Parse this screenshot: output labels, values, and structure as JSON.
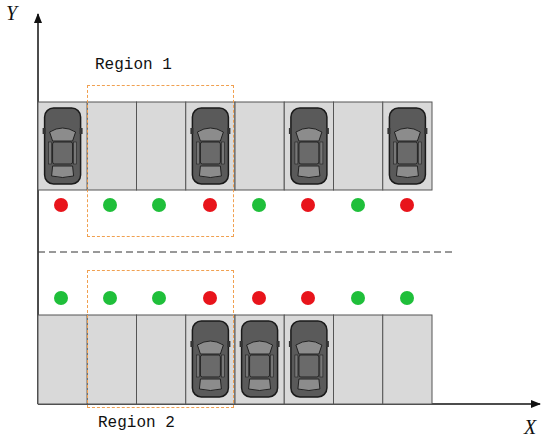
{
  "diagram": {
    "nodes": [
      {
        "text": [
          "Region 1"
        ]
      },
      {
        "text": [
          "Region 2"
        ]
      }
    ],
    "labels": [
      "Y",
      "X"
    ]
  }
}
